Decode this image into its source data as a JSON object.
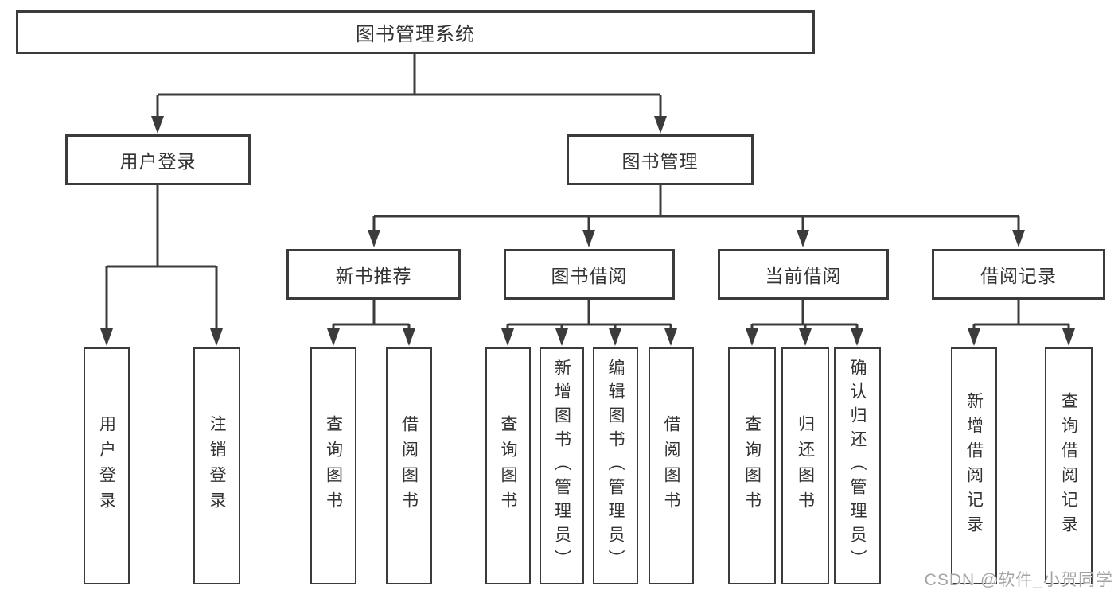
{
  "title": "图书管理系统",
  "level2": [
    "用户登录",
    "图书管理"
  ],
  "level3": [
    "新书推荐",
    "图书借阅",
    "当前借阅",
    "借阅记录"
  ],
  "leaves": [
    "用户登录",
    "注销登录",
    "查询图书",
    "借阅图书",
    "查询图书",
    "新增图书（管理员）",
    "编辑图书（管理员）",
    "借阅图书",
    "查询图书",
    "归还图书",
    "确认归还（管理员）",
    "新增借阅记录",
    "查询借阅记录"
  ],
  "watermark": "CSDN @软件_小贺同学",
  "colors": {
    "line": "#3b3b3b",
    "text": "#333333",
    "box_background": "#ffffff",
    "watermark": "#a5a5a5"
  }
}
